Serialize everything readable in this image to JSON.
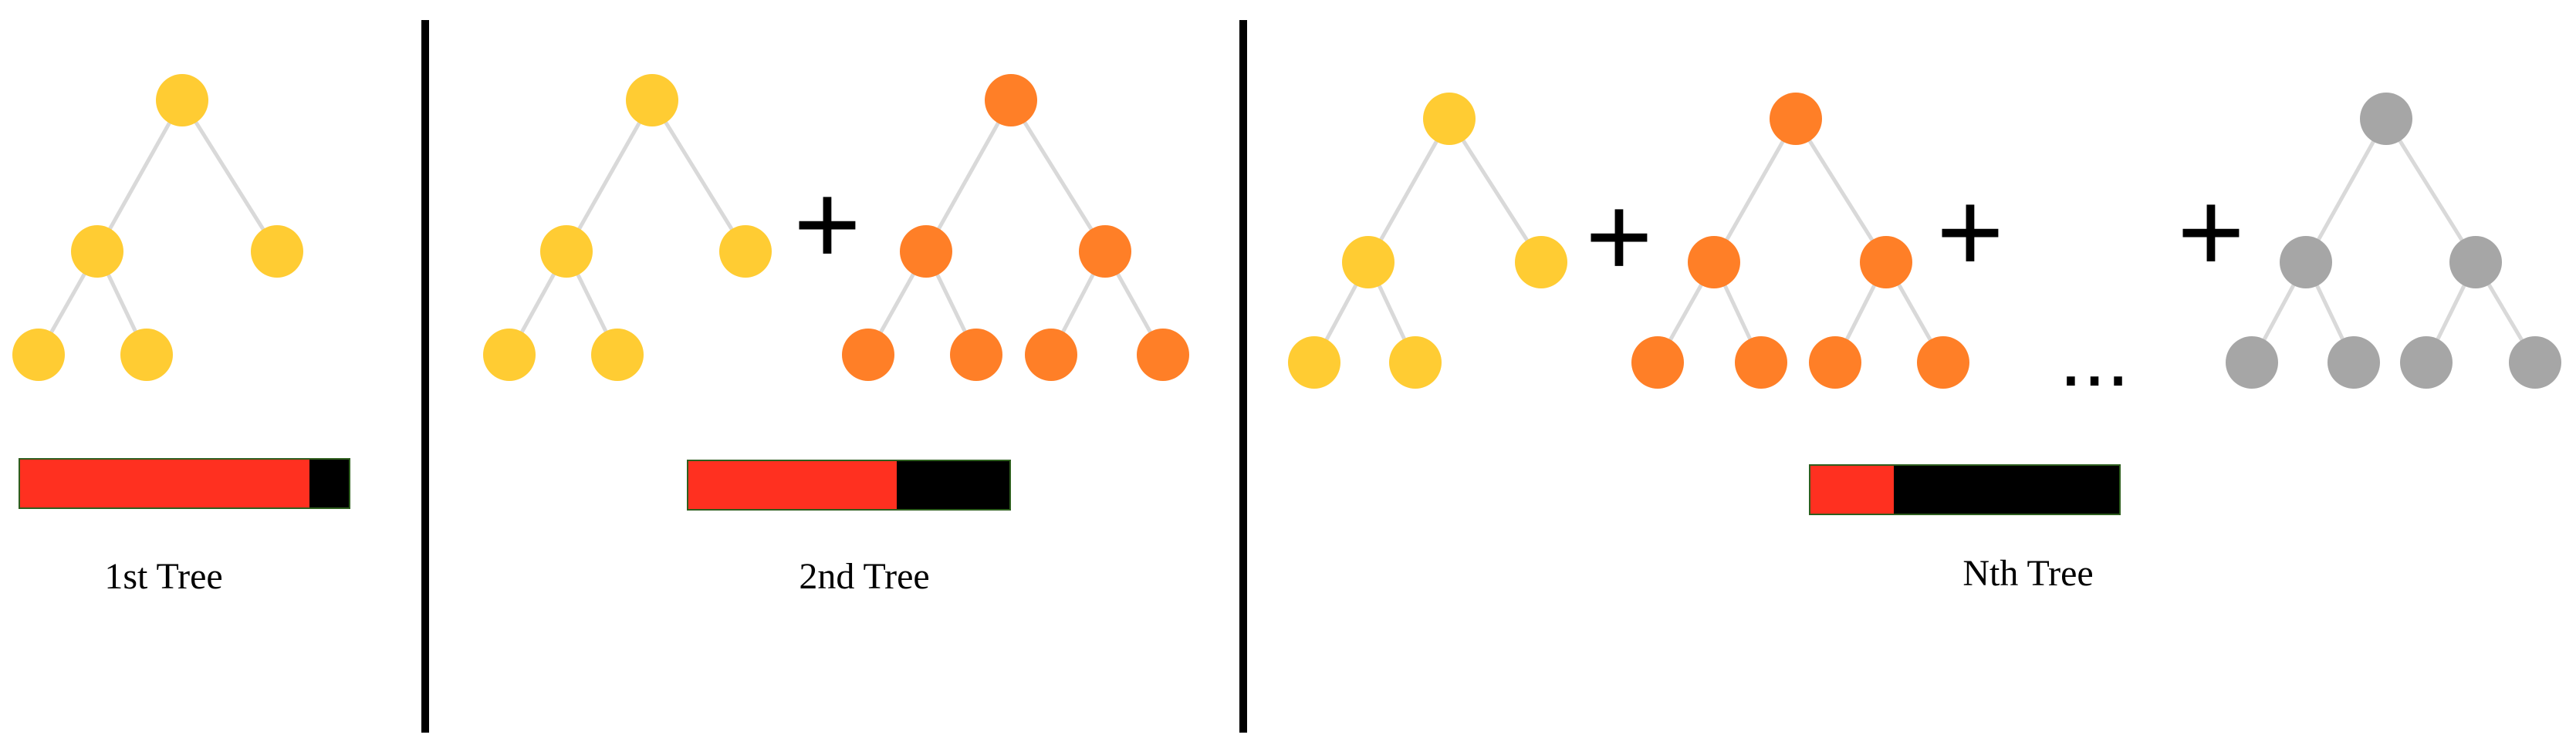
{
  "colors": {
    "tree1": "#FFCC33",
    "tree2": "#FF7F27",
    "treeN": "#A6A6A6",
    "edge": "#D9D9D9",
    "bar_error": "#FF3020",
    "bar_remaining": "#000000",
    "divider": "#000000"
  },
  "operators": {
    "plus": "+",
    "ellipsis": "..."
  },
  "panels": [
    {
      "caption": "1st Tree",
      "trees": [
        "tree1"
      ],
      "error_fraction": 0.88
    },
    {
      "caption": "2nd Tree",
      "trees": [
        "tree1",
        "tree2"
      ],
      "error_fraction": 0.65
    },
    {
      "caption": "Nth Tree",
      "trees": [
        "tree1",
        "tree2",
        "treeN"
      ],
      "error_fraction": 0.27
    }
  ]
}
